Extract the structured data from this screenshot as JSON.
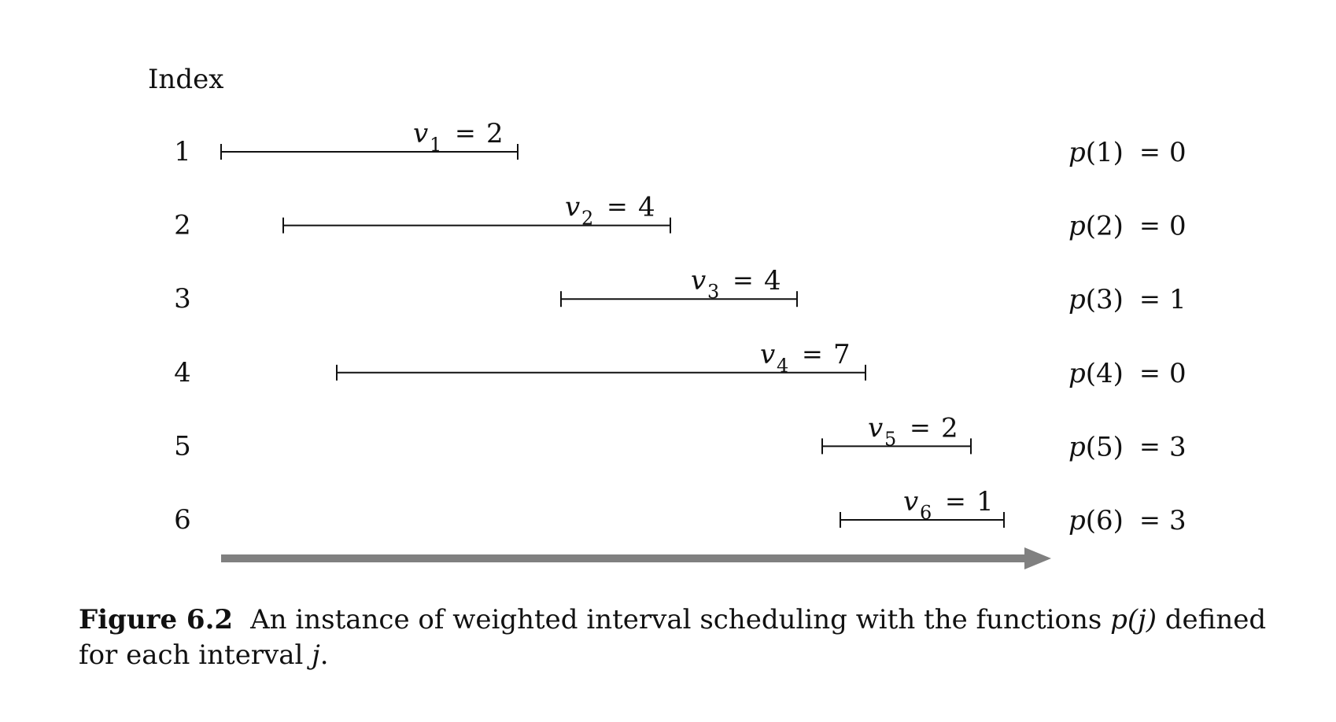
{
  "diagram": {
    "index_header": "Index",
    "arrow_color": "#808080",
    "line_color": "#111111",
    "intervals": [
      {
        "index": "1",
        "value_symbol": "v",
        "value_subscript": "1",
        "equals": "=",
        "value": "2",
        "p_label": "p(1)",
        "p_equals": "=",
        "p_value": "0"
      },
      {
        "index": "2",
        "value_symbol": "v",
        "value_subscript": "2",
        "equals": "=",
        "value": "4",
        "p_label": "p(2)",
        "p_equals": "=",
        "p_value": "0"
      },
      {
        "index": "3",
        "value_symbol": "v",
        "value_subscript": "3",
        "equals": "=",
        "value": "4",
        "p_label": "p(3)",
        "p_equals": "=",
        "p_value": "1"
      },
      {
        "index": "4",
        "value_symbol": "v",
        "value_subscript": "4",
        "equals": "=",
        "value": "7",
        "p_label": "p(4)",
        "p_equals": "=",
        "p_value": "0"
      },
      {
        "index": "5",
        "value_symbol": "v",
        "value_subscript": "5",
        "equals": "=",
        "value": "2",
        "p_label": "p(5)",
        "p_equals": "=",
        "p_value": "3"
      },
      {
        "index": "6",
        "value_symbol": "v",
        "value_subscript": "6",
        "equals": "=",
        "value": "1",
        "p_label": "p(6)",
        "p_equals": "=",
        "p_value": "3"
      }
    ]
  },
  "caption": {
    "label": "Figure 6.2",
    "text_before": "An instance of weighted interval scheduling with the functions ",
    "function_name": "p(j)",
    "text_middle": " defined for each interval ",
    "variable": "j",
    "text_end": "."
  }
}
